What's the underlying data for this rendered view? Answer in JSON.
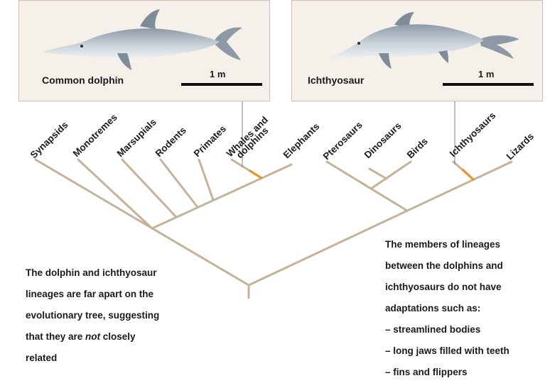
{
  "panels": {
    "left": {
      "name": "Common dolphin",
      "scale": "1 m"
    },
    "right": {
      "name": "Ichthyosaur",
      "scale": "1 m"
    }
  },
  "taxa": {
    "synapsids": "Synapsids",
    "monotremes": "Monotremes",
    "marsupials": "Marsupials",
    "rodents": "Rodents",
    "primates": "Primates",
    "whales_line1": "Whales and",
    "whales_line2": "dolphins",
    "elephants": "Elephants",
    "pterosaurs": "Pterosaurs",
    "dinosaurs": "Dinosaurs",
    "birds": "Birds",
    "ichthyosaurs": "Ichthyosaurs",
    "lizards": "Lizards"
  },
  "captions": {
    "left_lines": [
      "The dolphin and ichthyosaur",
      "lineages are far apart on the",
      "evolutionary tree, suggesting",
      "that they are not closely",
      "related"
    ],
    "right_lines": [
      "The members of lineages",
      "between the dolphins and",
      "ichthyosaurs do not have",
      "adaptations such as:",
      "– streamlined bodies",
      "– long jaws filled with teeth",
      "– fins and flippers"
    ]
  },
  "colors": {
    "branch": "#c4b39a",
    "highlight": "#e8952c",
    "connector": "#8c7e70"
  }
}
